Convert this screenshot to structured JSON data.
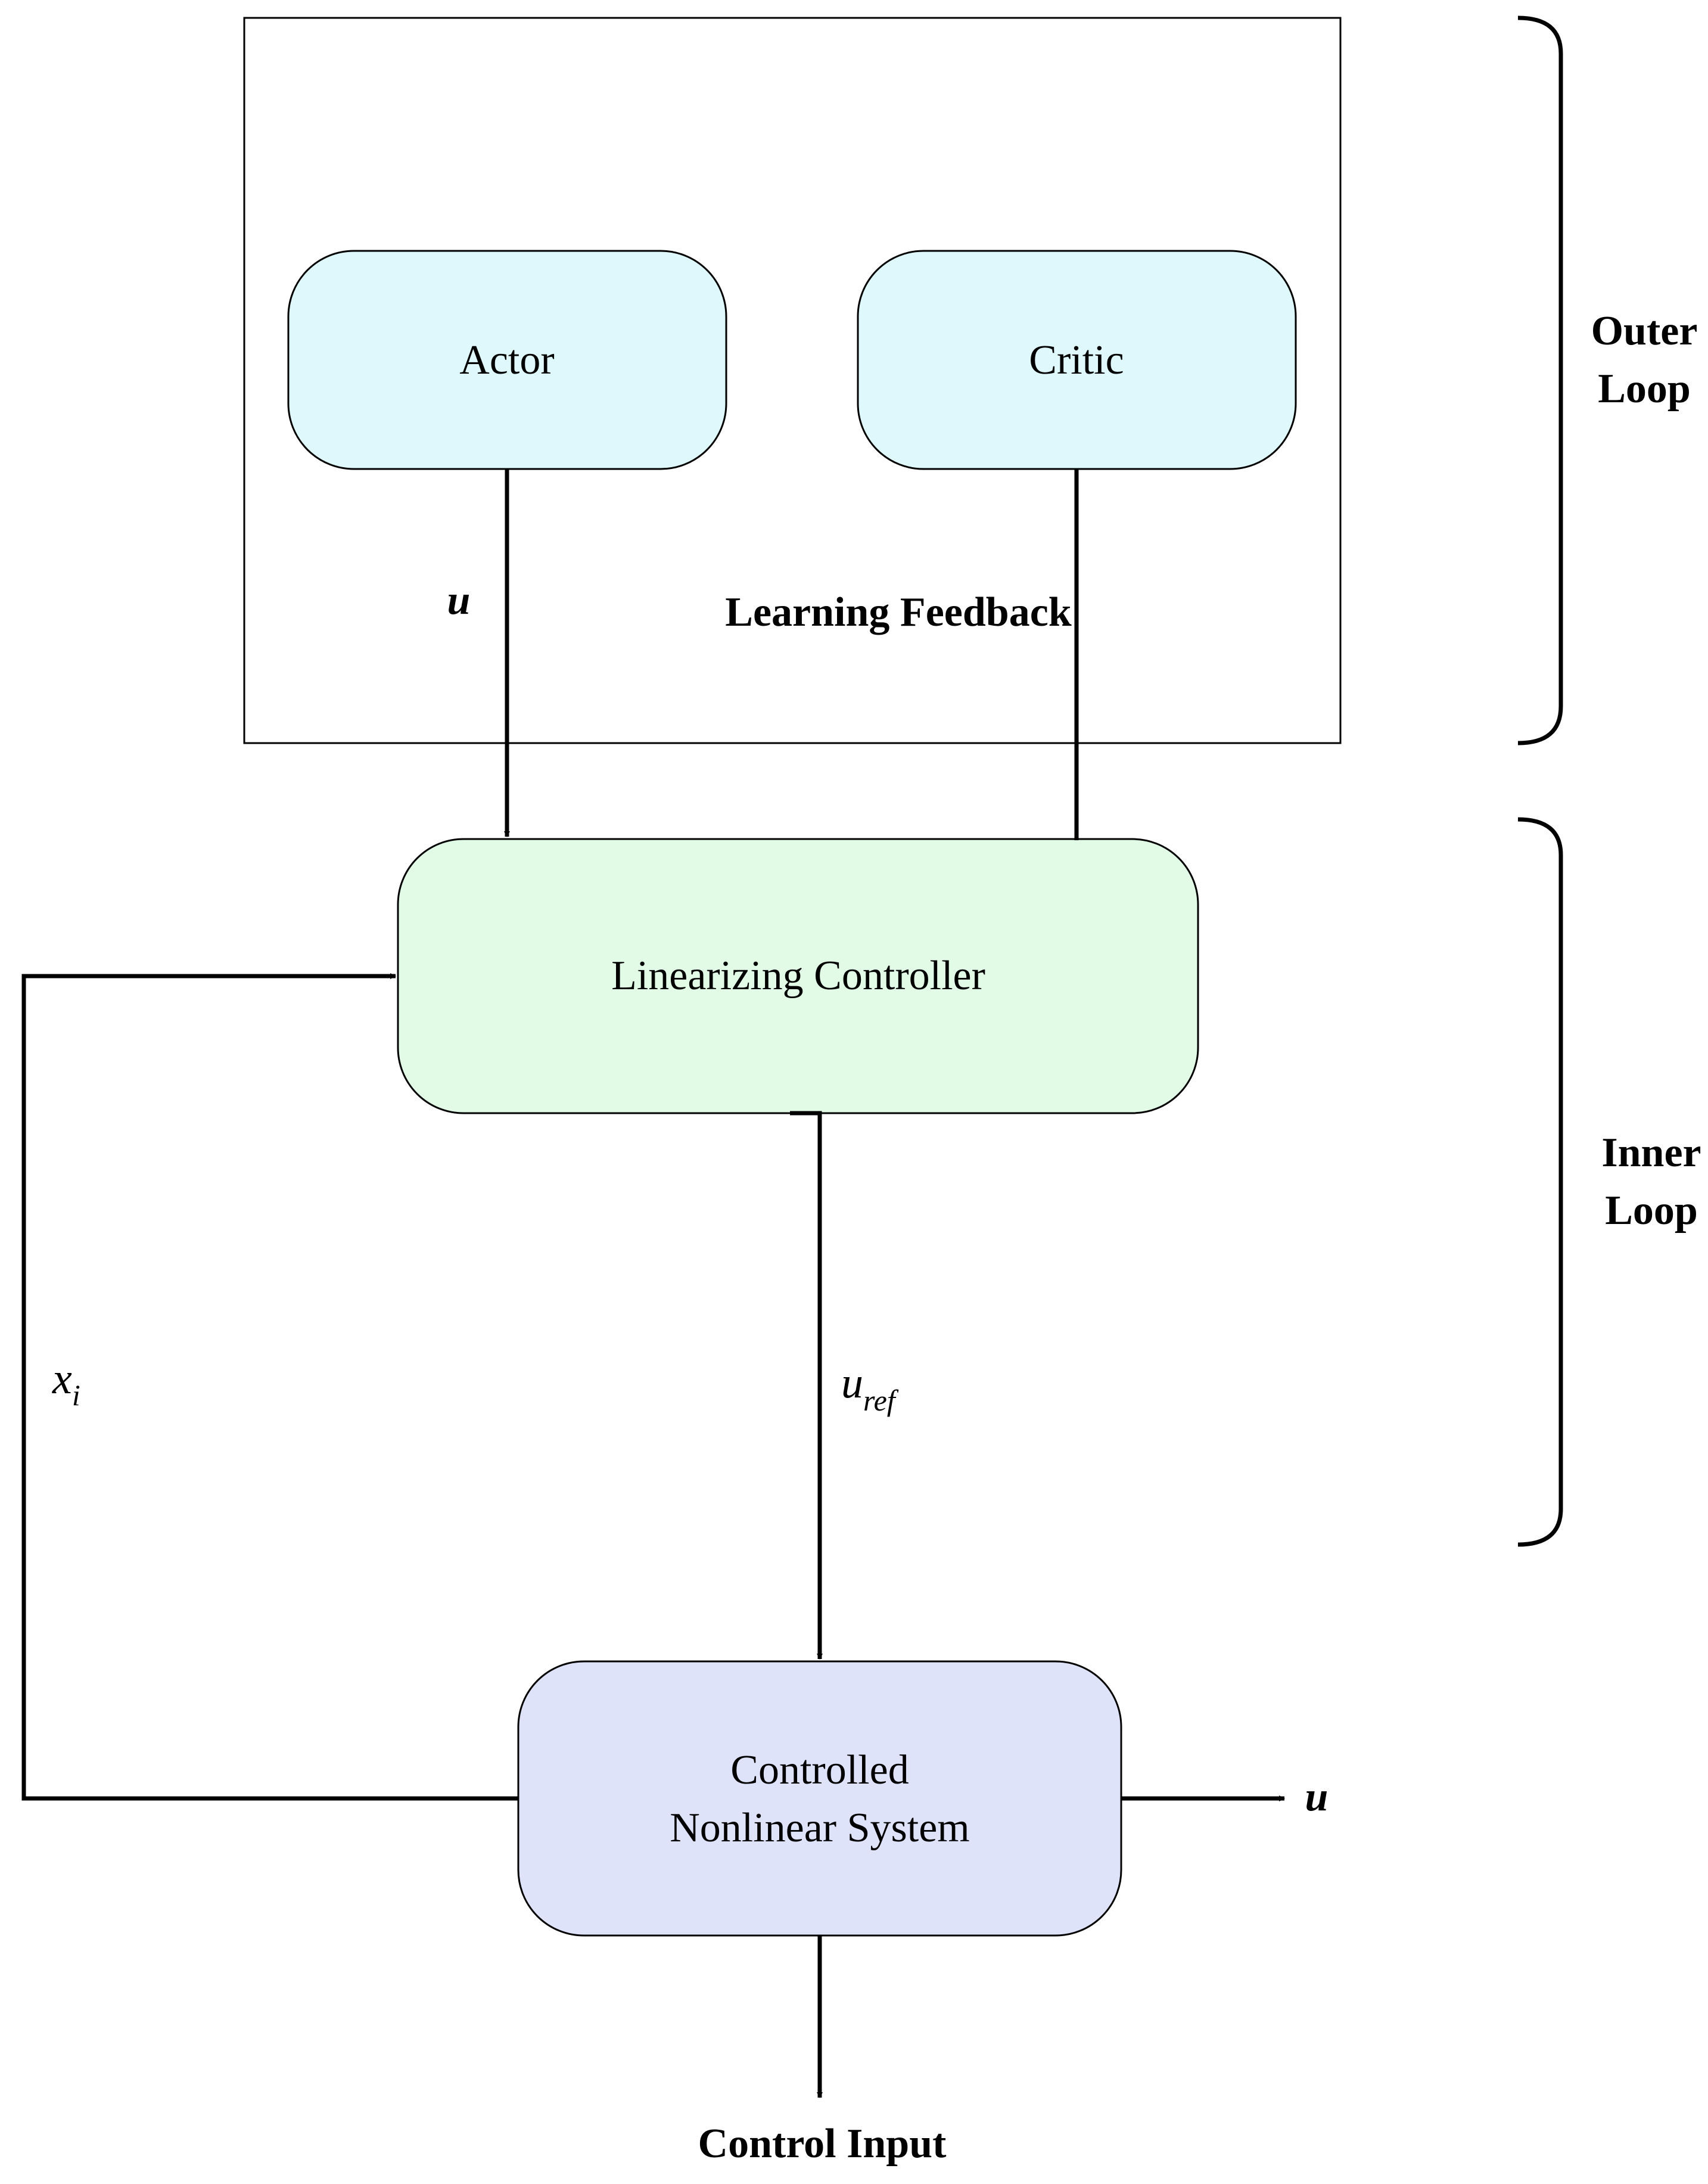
{
  "nodes": {
    "actor": "Actor",
    "critic": "Critic",
    "linearizing_controller": "Linearizing Controller",
    "plant_line1": "Controlled",
    "plant_line2": "Nonlinear System"
  },
  "edge_labels": {
    "actor_output": "u",
    "learning_feedback": "Learning Feedback",
    "state_symbol": "x",
    "state_subscript": "i",
    "reference_symbol": "u",
    "reference_subscript": "ref",
    "plant_output": "u",
    "control_input": "Control Input"
  },
  "loop_labels": {
    "outer_line1": "Outer",
    "outer_line2": "Loop",
    "inner_line1": "Inner",
    "inner_line2": "Loop"
  },
  "colors": {
    "actor_critic_fill": "#dff8fc",
    "controller_fill": "#e1fbe6",
    "plant_fill": "#dfe3fa",
    "stroke": "#000000"
  }
}
